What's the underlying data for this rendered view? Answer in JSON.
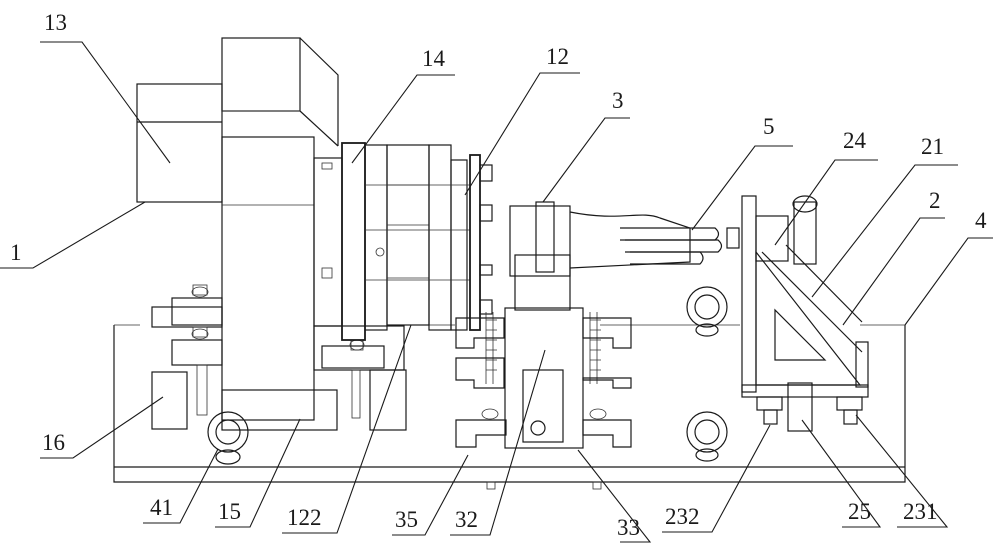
{
  "figure": {
    "type": "mechanical patent drawing",
    "line_color": "#1a1a1a",
    "background": "#ffffff"
  },
  "labels": [
    {
      "id": "13",
      "text": "13"
    },
    {
      "id": "1",
      "text": "1"
    },
    {
      "id": "14",
      "text": "14"
    },
    {
      "id": "12",
      "text": "12"
    },
    {
      "id": "3",
      "text": "3"
    },
    {
      "id": "5",
      "text": "5"
    },
    {
      "id": "24",
      "text": "24"
    },
    {
      "id": "21",
      "text": "21"
    },
    {
      "id": "2",
      "text": "2"
    },
    {
      "id": "4",
      "text": "4"
    },
    {
      "id": "16",
      "text": "16"
    },
    {
      "id": "41",
      "text": "41"
    },
    {
      "id": "15",
      "text": "15"
    },
    {
      "id": "122",
      "text": "122"
    },
    {
      "id": "35",
      "text": "35"
    },
    {
      "id": "32",
      "text": "32"
    },
    {
      "id": "33",
      "text": "33"
    },
    {
      "id": "232",
      "text": "232"
    },
    {
      "id": "25",
      "text": "25"
    },
    {
      "id": "231",
      "text": "231"
    }
  ]
}
